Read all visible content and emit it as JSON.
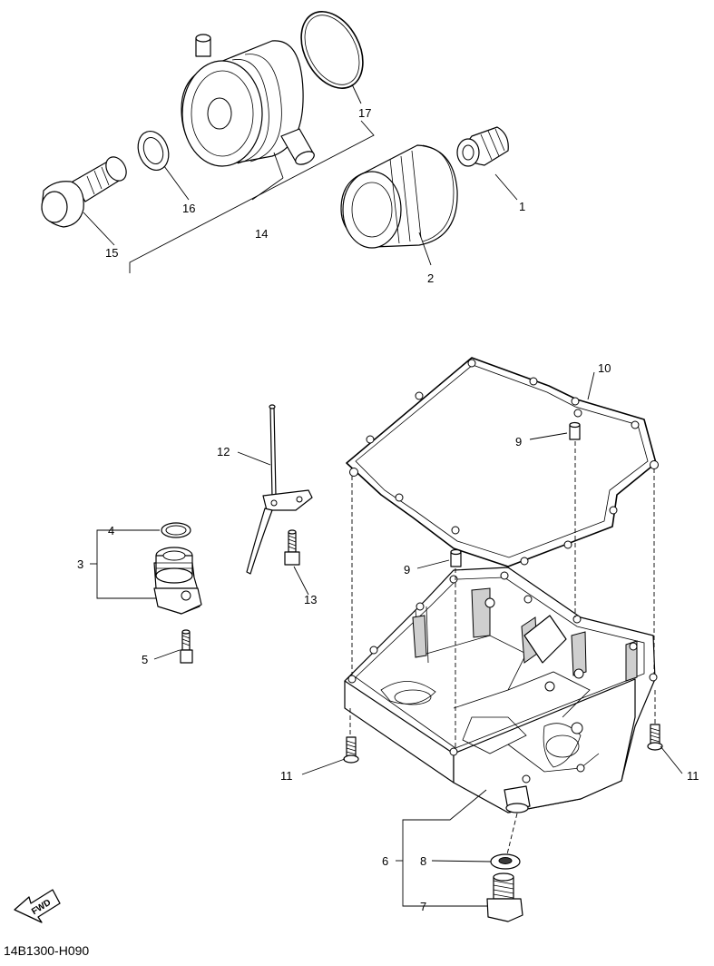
{
  "diagram": {
    "labels": [
      "1",
      "2",
      "3",
      "4",
      "5",
      "6",
      "7",
      "8",
      "9",
      "9",
      "10",
      "11",
      "11",
      "12",
      "13",
      "14",
      "15",
      "16",
      "17"
    ],
    "fwd_label": "FWD",
    "figure_code": "14B1300-H090"
  }
}
